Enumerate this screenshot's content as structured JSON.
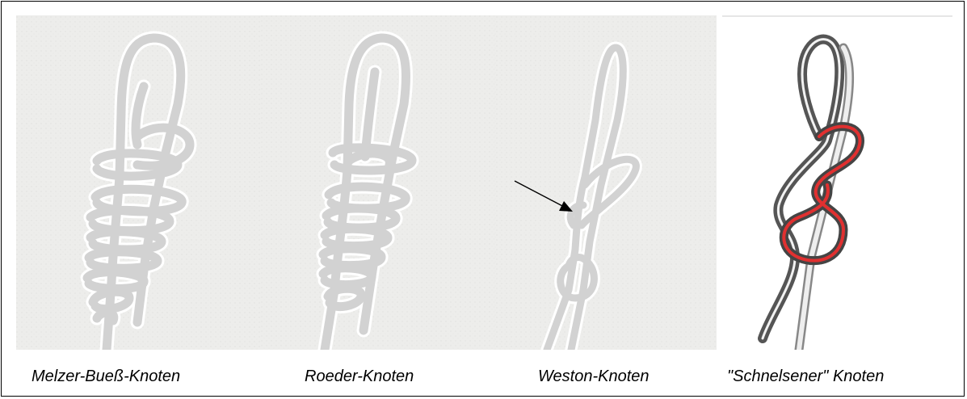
{
  "captions": {
    "melzer": "Melzer-Bueß-Knoten",
    "roeder": "Roeder-Knoten",
    "weston": "Weston-Knoten",
    "schnelsener": "\"Schnelsener\" Knoten"
  },
  "colors": {
    "background": "#ffffff",
    "panel_paper": "#ededeb",
    "rope": "#d2d2d2",
    "rope_edge": "#ffffff",
    "dark_strand": "#555555",
    "marked_strand": "#e03030",
    "frame": "#000000"
  },
  "icons": [
    "arrow-icon"
  ]
}
